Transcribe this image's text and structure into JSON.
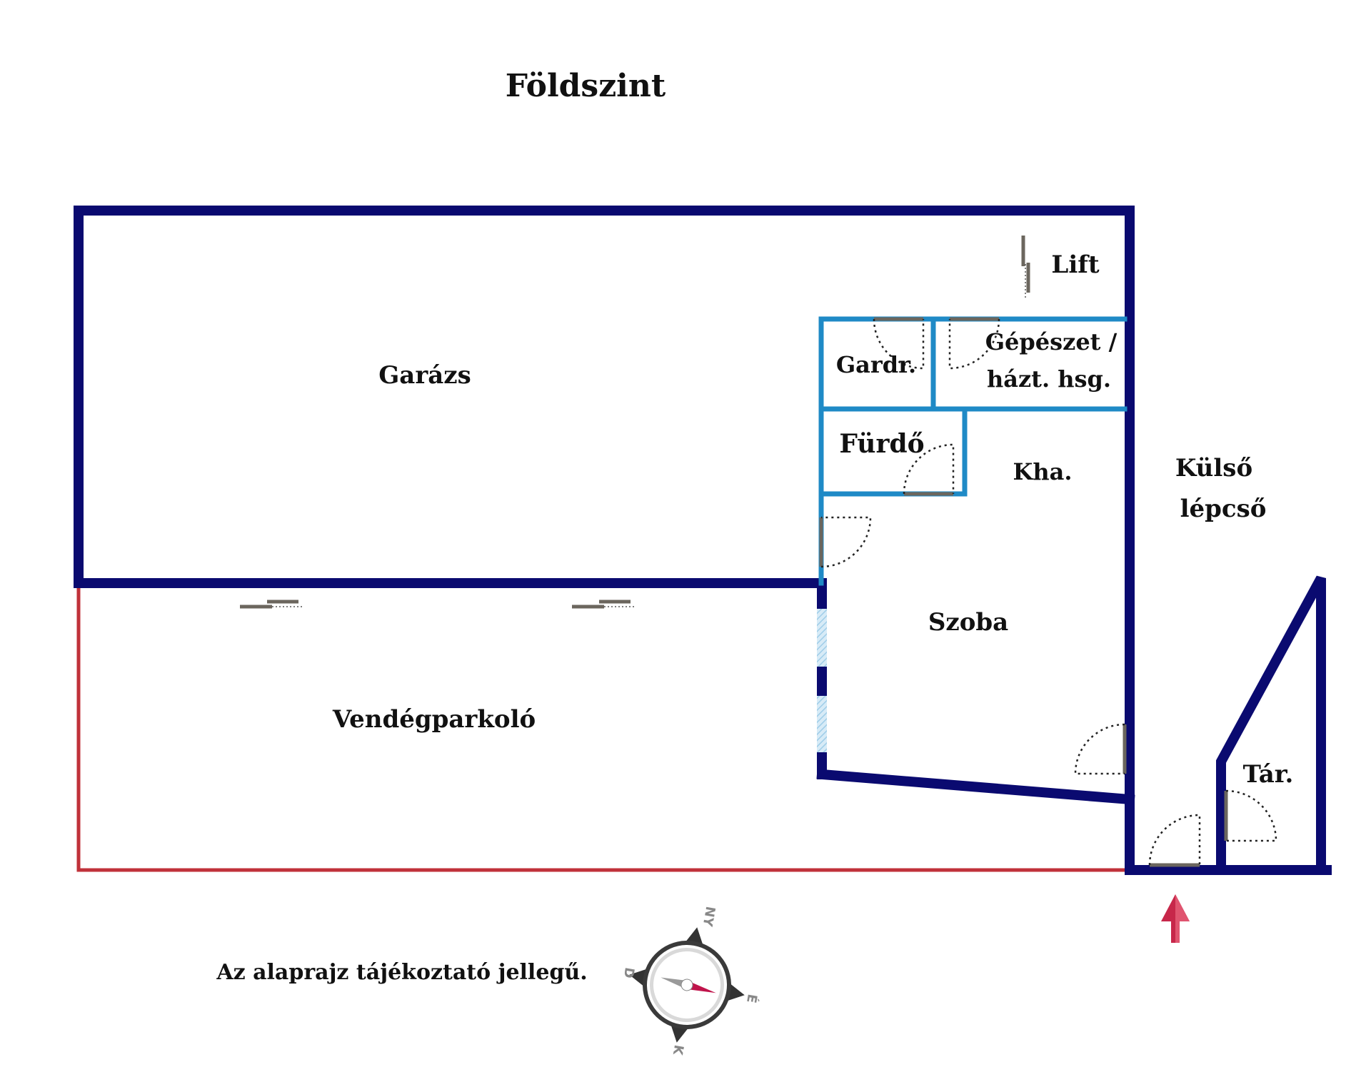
{
  "title": "Földszint",
  "rooms": {
    "garage": "Garázs",
    "lift": "Lift",
    "wardrobe": "Gardr.",
    "mechanical_line1": "Gépészet /",
    "mechanical_line2": "házt. hsg.",
    "bathroom": "Fürdő",
    "hall": "Kha.",
    "room": "Szoba",
    "guest_parking": "Vendégparkoló",
    "external_stairs_line1": "Külső",
    "external_stairs_line2": "lépcső",
    "storage": "Tár."
  },
  "disclaimer": "Az alaprajz tájékoztató jellegű.",
  "compass": {
    "north": "É",
    "south": "D",
    "east": "K",
    "west": "NY"
  },
  "colors": {
    "outer_wall": "#0a0a70",
    "inner_wall": "#1f8ac6",
    "boundary_line": "#c0313a",
    "window_hatch": "#9fcde8",
    "entrance_arrow": "#c7274a",
    "compass_needle": "#c0144b",
    "door": "#6b665e"
  },
  "icons": {
    "entrance": "up-arrow-icon",
    "compass": "compass-rose-icon"
  }
}
